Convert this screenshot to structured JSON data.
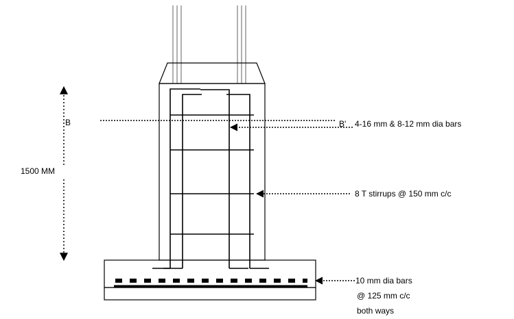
{
  "labels": {
    "section_left": "B",
    "section_right": "B'",
    "main_bars": "4-16 mm & 8-12 mm dia bars",
    "height": "1500 MM",
    "stirrups": "8 T stirrups @ 150 mm c/c",
    "base_line1": "10 mm dia bars",
    "base_line2": "@ 125 mm c/c",
    "base_line3": "both ways"
  },
  "colors": {
    "ink": "#000000",
    "column_bars": "#b0b0b0"
  }
}
